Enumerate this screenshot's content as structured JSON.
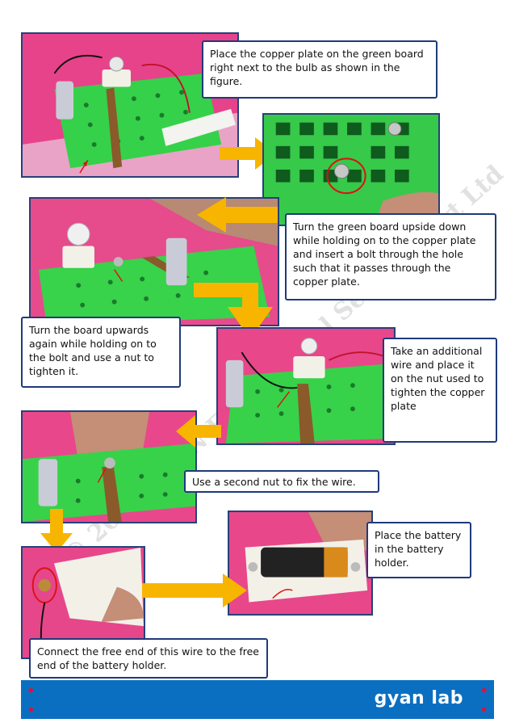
{
  "captions": {
    "step1": "Place the copper plate on the green board right next to the bulb as shown in the figure.",
    "step2": "Turn the green board upside down while holding on to the copper plate and insert a bolt through the hole such that it passes through the copper plate.",
    "step3": "Turn the board upwards again while holding on to the bolt and use a nut to tighten it.",
    "step4": "Take an additional wire and place it on the  nut used to tighten the copper plate",
    "step5": "Use a second nut to fix the wire.",
    "step6": "Place the battery in the battery holder.",
    "step7": "Connect the free end of this wire to the free end of the battery holder."
  },
  "watermark": "© 2014 YAAN Educational Services Pvt Ltd",
  "footer": {
    "brand": "gyan lab"
  },
  "colors": {
    "footer_bg": "#0b6fc1",
    "arrow": "#f7b500",
    "border": "#1f3a7a",
    "board": "#3ed44a",
    "copper": "#8a5a2b"
  }
}
